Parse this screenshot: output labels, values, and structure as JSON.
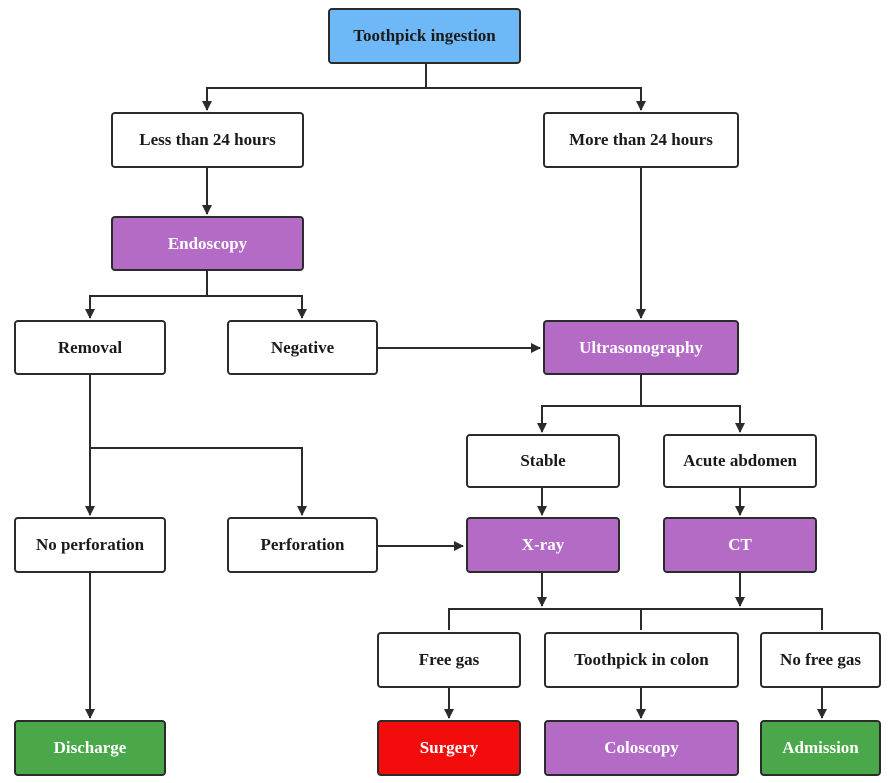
{
  "nodes": {
    "toothpick_ingestion": "Toothpick ingestion",
    "less_than_24": "Less than 24 hours",
    "more_than_24": "More than 24 hours",
    "endoscopy": "Endoscopy",
    "removal": "Removal",
    "negative": "Negative",
    "ultrasonography": "Ultrasonography",
    "stable": "Stable",
    "acute_abdomen": "Acute abdomen",
    "no_perforation": "No perforation",
    "perforation": "Perforation",
    "xray": "X-ray",
    "ct": "CT",
    "free_gas": "Free gas",
    "toothpick_in_colon": "Toothpick in colon",
    "no_free_gas": "No free gas",
    "discharge": "Discharge",
    "surgery": "Surgery",
    "coloscopy": "Coloscopy",
    "admission": "Admission"
  },
  "colors": {
    "start": "#6fb8f7",
    "procedure": "#b36bc6",
    "outcome_good": "#4aa84a",
    "outcome_surgery": "#f20c0c",
    "line": "#2b2b2b"
  }
}
